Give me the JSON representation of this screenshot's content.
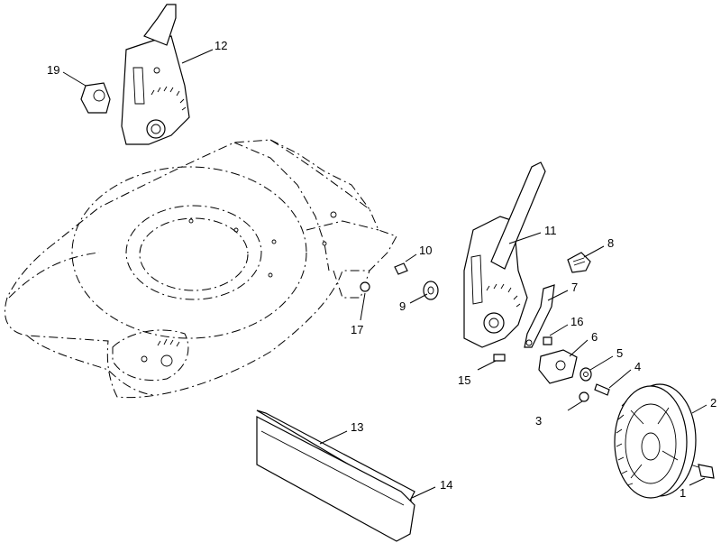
{
  "callouts": [
    {
      "id": "1",
      "label": "1"
    },
    {
      "id": "2",
      "label": "2"
    },
    {
      "id": "3",
      "label": "3"
    },
    {
      "id": "4",
      "label": "4"
    },
    {
      "id": "5",
      "label": "5"
    },
    {
      "id": "6",
      "label": "6"
    },
    {
      "id": "7",
      "label": "7"
    },
    {
      "id": "8",
      "label": "8"
    },
    {
      "id": "9",
      "label": "9"
    },
    {
      "id": "10",
      "label": "10"
    },
    {
      "id": "11",
      "label": "11"
    },
    {
      "id": "12",
      "label": "12"
    },
    {
      "id": "13",
      "label": "13"
    },
    {
      "id": "14",
      "label": "14"
    },
    {
      "id": "15",
      "label": "15"
    },
    {
      "id": "16",
      "label": "16"
    },
    {
      "id": "17",
      "label": "17"
    },
    {
      "id": "19",
      "label": "19"
    }
  ]
}
